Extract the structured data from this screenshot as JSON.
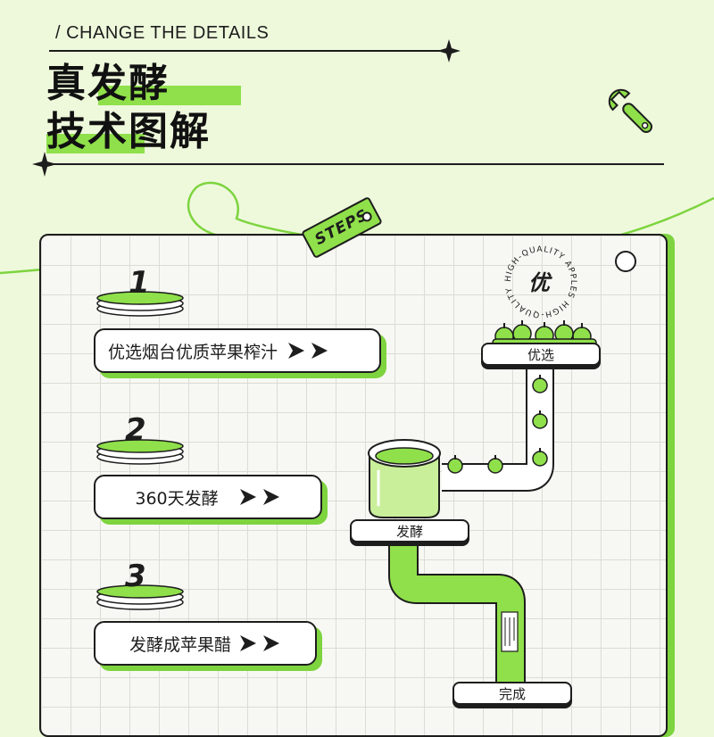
{
  "header": {
    "subtitle": "/ CHANGE THE DETAILS",
    "title_line1": "真发酵",
    "title_line2": "技术图解"
  },
  "steps_tag": "STEPS",
  "badge": {
    "char": "优",
    "ring_text": "HIGH-QUALITY APPLES HIGH-QUALITY APPLES"
  },
  "steps": [
    {
      "number": "1",
      "text": "优选烟台优质苹果榨汁"
    },
    {
      "number": "2",
      "text": "360天发酵"
    },
    {
      "number": "3",
      "text": "发酵成苹果醋"
    }
  ],
  "diagram": {
    "label_select": "优选",
    "label_ferment": "发酵",
    "label_done": "完成"
  },
  "colors": {
    "accent": "#8fe04a",
    "accent_dark": "#7ed43f",
    "background": "#eef9dc",
    "ink": "#1d1d1d"
  },
  "icons": [
    "sparkle-icon",
    "wrench-icon",
    "apple-icon",
    "arrow-right-icon",
    "ring-icon"
  ]
}
